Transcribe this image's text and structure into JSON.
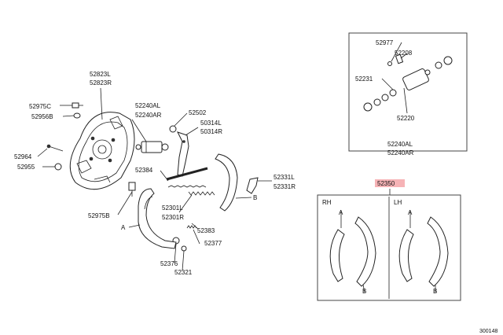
{
  "labels": {
    "p52823": [
      "52823L",
      "52823R"
    ],
    "p52975c": "52975C",
    "p52956b": "52956B",
    "p52964": "52964",
    "p52955": "52955",
    "p52975b": "52975B",
    "p52240": [
      "52240AL",
      "52240AR"
    ],
    "p52502": "52502",
    "p50314": [
      "50314L",
      "50314R"
    ],
    "p52384": "52384",
    "p52301": [
      "52301L",
      "52301R"
    ],
    "p52383": "52383",
    "p52377": "52377",
    "p52376": "52376",
    "p52321": "52321",
    "p52331": [
      "52331L",
      "52331R"
    ],
    "a": "A",
    "b": "B"
  },
  "inset_top": {
    "p52977": "52977",
    "p52208": "52208",
    "p52231": "52231",
    "p52220": "52220",
    "p52240": [
      "52240AL",
      "52240AR"
    ]
  },
  "inset_bottom": {
    "part": "52350",
    "part_highlight": "#f6b3b6",
    "rh": "RH",
    "lh": "LH",
    "a": "A",
    "b": "B"
  },
  "corner_code": "300148"
}
